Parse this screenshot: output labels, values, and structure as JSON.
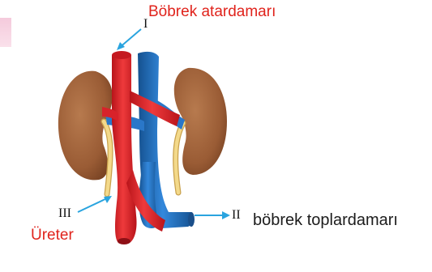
{
  "labels": {
    "renal_artery": "Böbrek atardamarı",
    "renal_vein": "böbrek toplardamarı",
    "ureter": "Üreter"
  },
  "markers": {
    "I": "I",
    "II": "II",
    "III": "III"
  },
  "colors": {
    "artery": "#e0252a",
    "vein": "#1f6ec4",
    "kidney": "#a4673f",
    "ureter": "#f3d98a",
    "pointer": "#2aa4df",
    "label_red": "#e0231c"
  }
}
